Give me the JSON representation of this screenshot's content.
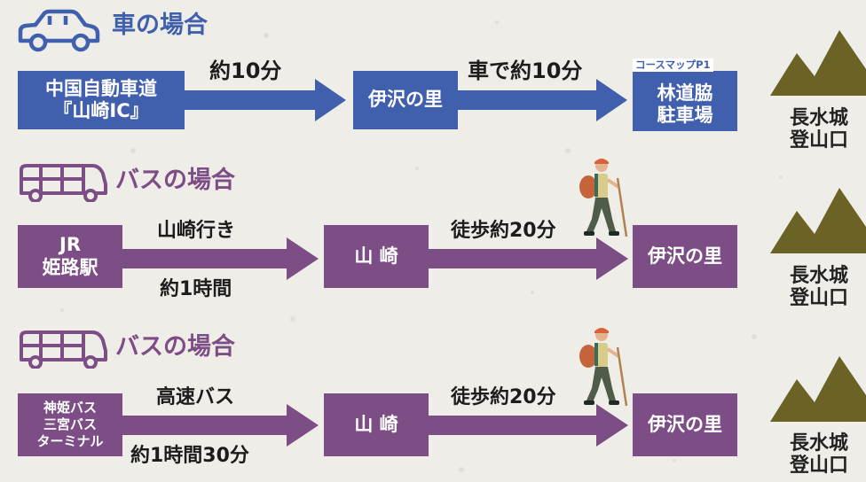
{
  "car": {
    "title": "車の場合",
    "start_line1": "中国自動車道",
    "start_line2": "『山崎IC』",
    "leg1_label": "約10分",
    "mid": "伊沢の里",
    "leg2_label": "車で約10分",
    "end_tag": "コースマップP1",
    "end_line1": "林道脇",
    "end_line2": "駐車場",
    "dest_line1": "長水城",
    "dest_line2": "登山口"
  },
  "bus1": {
    "title": "バスの場合",
    "start_line1": "JR",
    "start_line2": "姫路駅",
    "leg1_top": "山崎行き",
    "leg1_bottom": "約1時間",
    "mid": "山 崎",
    "leg2_label": "徒歩約20分",
    "end": "伊沢の里",
    "dest_line1": "長水城",
    "dest_line2": "登山口"
  },
  "bus2": {
    "title": "バスの場合",
    "start_line1": "神姫バス",
    "start_line2": "三宮バス",
    "start_line3": "ターミナル",
    "leg1_top": "高速バス",
    "leg1_bottom": "約1時間30分",
    "mid": "山 崎",
    "leg2_label": "徒歩約20分",
    "end": "伊沢の里",
    "dest_line1": "長水城",
    "dest_line2": "登山口"
  },
  "colors": {
    "car_blue": "#4060ad",
    "bus_purple": "#7d4e86",
    "mountain": "#6b6326",
    "background": "#efede8"
  },
  "icons": [
    "car-icon",
    "bus-icon",
    "hiker-icon",
    "mountain-icon"
  ]
}
